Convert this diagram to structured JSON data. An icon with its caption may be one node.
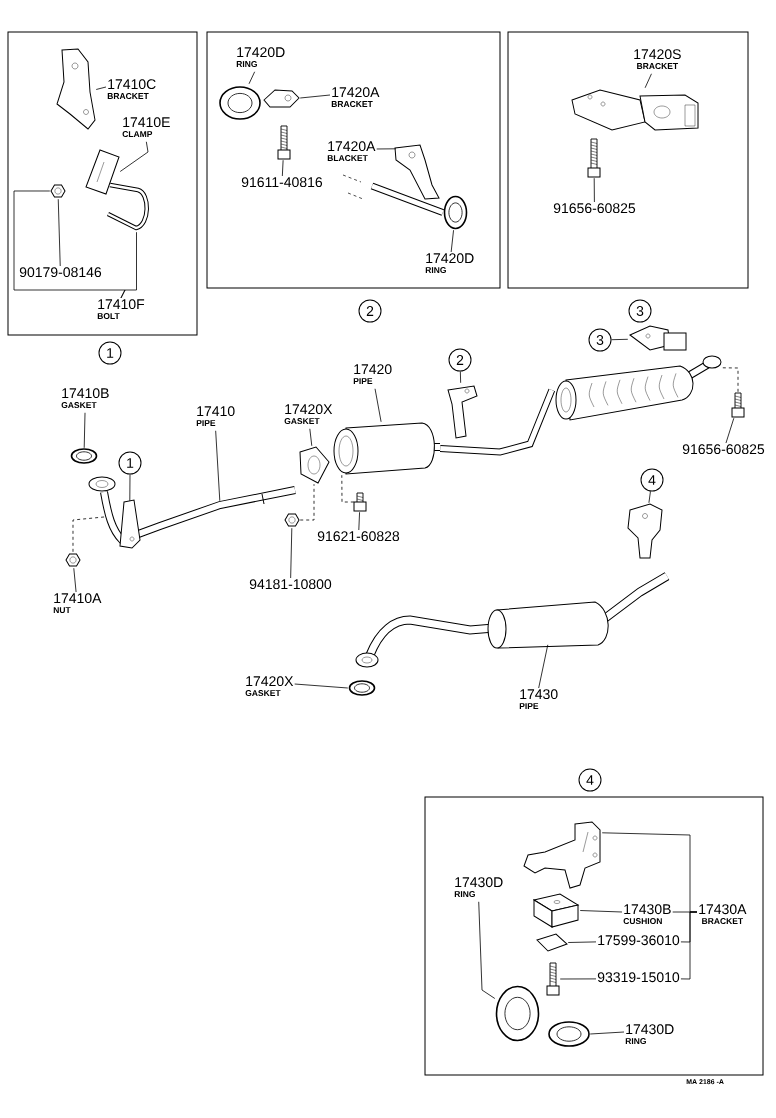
{
  "diagram": {
    "nodes": [
      {
        "text": [],
        "shape": "box"
      },
      {
        "text": [
          "17410C",
          "BRACKET"
        ],
        "in": 0
      },
      {
        "text": [],
        "shape": "picture",
        "in": 0
      },
      {
        "text": [
          "17410E",
          "CLAMP"
        ],
        "in": 0
      },
      {
        "text": [],
        "shape": "picture",
        "in": 0
      },
      {
        "text": [],
        "shape": "picture",
        "in": 0
      },
      {
        "text": [],
        "shape": "picture",
        "in": 0
      },
      {
        "text": [
          "90179-08146"
        ],
        "in": 0
      },
      {
        "text": [
          "17410F",
          "BOLT"
        ],
        "in": 0
      },
      {
        "text": [],
        "shape": "box"
      },
      {
        "text": [
          "17420D",
          "RING"
        ],
        "in": 9
      },
      {
        "text": [],
        "shape": "picture",
        "in": 9
      },
      {
        "text": [
          "17420A",
          "BRACKET"
        ],
        "in": 9
      },
      {
        "text": [],
        "shape": "picture",
        "in": 9
      },
      {
        "text": [],
        "shape": "picture",
        "in": 9
      },
      {
        "text": [
          "91611-40816"
        ],
        "in": 9
      },
      {
        "text": [
          "17420A",
          "BLACKET"
        ],
        "in": 9
      },
      {
        "text": [],
        "shape": "picture",
        "in": 9
      },
      {
        "text": [],
        "shape": "picture",
        "in": 9
      },
      {
        "text": [
          "17420D",
          "RING"
        ],
        "in": 9
      },
      {
        "text": [],
        "shape": "box"
      },
      {
        "text": [
          "17420S",
          "BRACKET"
        ],
        "in": 20
      },
      {
        "text": [],
        "shape": "picture",
        "in": 20
      },
      {
        "text": [],
        "shape": "picture",
        "in": 20
      },
      {
        "text": [
          "91656-60825"
        ],
        "in": 20
      },
      {
        "text": [
          "17410B",
          "GASKET"
        ]
      },
      {
        "text": [],
        "shape": "picture"
      },
      {
        "text": [
          "17410",
          "PIPE"
        ]
      },
      {
        "text": [],
        "shape": "picture"
      },
      {
        "text": [
          "1"
        ]
      },
      {
        "text": [],
        "shape": "picture"
      },
      {
        "text": [
          "17410A",
          "NUT"
        ]
      },
      {
        "text": [
          "17420X",
          "GASKET"
        ]
      },
      {
        "text": [],
        "shape": "picture"
      },
      {
        "text": [
          "17420",
          "PIPE"
        ]
      },
      {
        "text": [],
        "shape": "picture"
      },
      {
        "text": [],
        "shape": "picture"
      },
      {
        "text": [
          "94181-10800"
        ]
      },
      {
        "text": [],
        "shape": "picture"
      },
      {
        "text": [
          "91621-60828"
        ]
      },
      {
        "text": [
          "2"
        ]
      },
      {
        "text": [],
        "shape": "picture"
      },
      {
        "text": [
          "3"
        ]
      },
      {
        "text": [],
        "shape": "picture"
      },
      {
        "text": [],
        "shape": "picture"
      },
      {
        "text": [
          "91656-60825"
        ]
      },
      {
        "text": [],
        "shape": "picture"
      },
      {
        "text": [
          "4"
        ]
      },
      {
        "text": [],
        "shape": "picture"
      },
      {
        "text": [],
        "shape": "picture"
      },
      {
        "text": [
          "17430",
          "PIPE"
        ]
      },
      {
        "text": [
          "17420X",
          "GASKET"
        ]
      },
      {
        "text": [],
        "shape": "picture"
      },
      {
        "text": [],
        "shape": "box"
      },
      {
        "text": [],
        "shape": "picture",
        "in": 53
      },
      {
        "text": [],
        "shape": "picture",
        "in": 53
      },
      {
        "text": [
          "17430B",
          "CUSHION"
        ],
        "in": 53
      },
      {
        "text": [
          "17430A",
          "BRACKET"
        ],
        "in": 53
      },
      {
        "text": [],
        "shape": "picture",
        "in": 53
      },
      {
        "text": [
          "17599-36010"
        ],
        "in": 53
      },
      {
        "text": [
          "17430D",
          "RING"
        ],
        "in": 53
      },
      {
        "text": [],
        "shape": "picture",
        "in": 53
      },
      {
        "text": [
          "93319-15010"
        ],
        "in": 53
      },
      {
        "text": [],
        "shape": "picture",
        "in": 53
      },
      {
        "text": [],
        "shape": "picture",
        "in": 53
      },
      {
        "text": [
          "17430D",
          "RING"
        ],
        "in": 53
      },
      {
        "text": [
          "1"
        ]
      },
      {
        "text": [
          "2"
        ]
      },
      {
        "text": [
          "3"
        ]
      },
      {
        "text": [
          "4"
        ]
      }
    ],
    "edges": [
      {
        "from": 1,
        "to": 2,
        "arrow": "none"
      },
      {
        "from": 3,
        "to": 4,
        "arrow": "none"
      },
      {
        "from": 7,
        "to": 5,
        "arrow": "none"
      },
      {
        "from": 8,
        "to": 5,
        "arrow": "none"
      },
      {
        "from": 8,
        "to": 6,
        "arrow": "none"
      },
      {
        "from": 10,
        "to": 11,
        "arrow": "none"
      },
      {
        "from": 12,
        "to": 13,
        "arrow": "none"
      },
      {
        "from": 15,
        "to": 14,
        "arrow": "none"
      },
      {
        "from": 16,
        "to": 17,
        "arrow": "none"
      },
      {
        "from": 19,
        "to": 18,
        "arrow": "none"
      },
      {
        "from": 21,
        "to": 22,
        "arrow": "none"
      },
      {
        "from": 24,
        "to": 23,
        "arrow": "none"
      },
      {
        "from": 25,
        "to": 26,
        "arrow": "none"
      },
      {
        "from": 27,
        "to": 28,
        "arrow": "none"
      },
      {
        "from": 29,
        "to": 28,
        "arrow": "none"
      },
      {
        "from": 30,
        "to": 28,
        "arrow": "none",
        "style": "dashed"
      },
      {
        "from": 31,
        "to": 30,
        "arrow": "none"
      },
      {
        "from": 32,
        "to": 33,
        "arrow": "none"
      },
      {
        "from": 34,
        "to": 35,
        "arrow": "none"
      },
      {
        "from": 36,
        "to": 33,
        "arrow": "none",
        "style": "dashed"
      },
      {
        "from": 37,
        "to": 36,
        "arrow": "none"
      },
      {
        "from": 38,
        "to": 35,
        "arrow": "none",
        "style": "dashed"
      },
      {
        "from": 39,
        "to": 38,
        "arrow": "none"
      },
      {
        "from": 40,
        "to": 41,
        "arrow": "none"
      },
      {
        "from": 42,
        "to": 43,
        "arrow": "none"
      },
      {
        "from": 44,
        "to": 46,
        "arrow": "none",
        "style": "dashed"
      },
      {
        "from": 45,
        "to": 44,
        "arrow": "none"
      },
      {
        "from": 47,
        "to": 48,
        "arrow": "none"
      },
      {
        "from": 50,
        "to": 49,
        "arrow": "none"
      },
      {
        "from": 51,
        "to": 52,
        "arrow": "none"
      },
      {
        "from": 56,
        "to": 55,
        "arrow": "none"
      },
      {
        "from": 57,
        "to": 54,
        "arrow": "none"
      },
      {
        "from": 57,
        "to": 56,
        "arrow": "none"
      },
      {
        "from": 57,
        "to": 59,
        "arrow": "none"
      },
      {
        "from": 57,
        "to": 62,
        "arrow": "none"
      },
      {
        "from": 59,
        "to": 58,
        "arrow": "none"
      },
      {
        "from": 60,
        "to": 63,
        "arrow": "none"
      },
      {
        "from": 62,
        "to": 61,
        "arrow": "none"
      },
      {
        "from": 65,
        "to": 64,
        "arrow": "none"
      },
      {
        "from": 35,
        "to": 46,
        "arrow": "none",
        "style": "thick"
      },
      {
        "from": null,
        "to": 18,
        "arrow": "none",
        "style": "thick"
      }
    ],
    "labels": [
      "MA 2186 -A"
    ]
  }
}
